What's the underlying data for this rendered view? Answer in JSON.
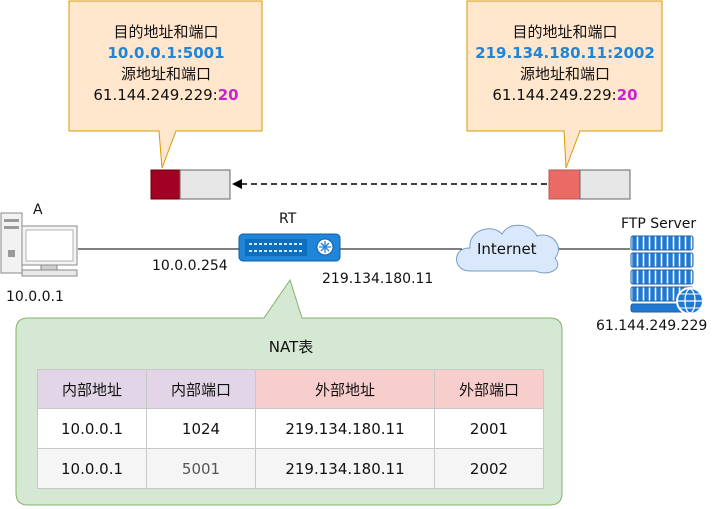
{
  "callout_left": {
    "dst_label": "目的地址和端口",
    "dst_value": "10.0.0.1:5001",
    "src_label": "源地址和端口",
    "src_ip": "61.144.249.229:",
    "src_port": "20"
  },
  "callout_right": {
    "dst_label": "目的地址和端口",
    "dst_value": "219.134.180.11:2002",
    "src_label": "源地址和端口",
    "src_ip": "61.144.249.229:",
    "src_port": "20"
  },
  "nodes": {
    "host_name": "A",
    "host_ip": "10.0.0.1",
    "router_name": "RT",
    "router_inside_ip": "10.0.0.254",
    "router_outside_ip": "219.134.180.11",
    "cloud_label": "Internet",
    "server_name": "FTP Server",
    "server_ip": "61.144.249.229"
  },
  "nat_table": {
    "title": "NAT表",
    "headers": [
      "内部地址",
      "内部端口",
      "外部地址",
      "外部端口"
    ],
    "rows": [
      [
        "10.0.0.1",
        "1024",
        "219.134.180.11",
        "2001"
      ],
      [
        "10.0.0.1",
        "5001",
        "219.134.180.11",
        "2002"
      ]
    ]
  },
  "colors": {
    "callout_fill": "#ffe6cc",
    "callout_border": "#d79b00",
    "nat_panel_fill": "#d5e8d4",
    "nat_panel_border": "#82b366",
    "packet_left_color": "#a20025",
    "packet_right_color": "#ea6b66",
    "dst_highlight": "#1f85d8",
    "port_highlight": "#cc22cc",
    "router_blue": "#1f85d8"
  }
}
